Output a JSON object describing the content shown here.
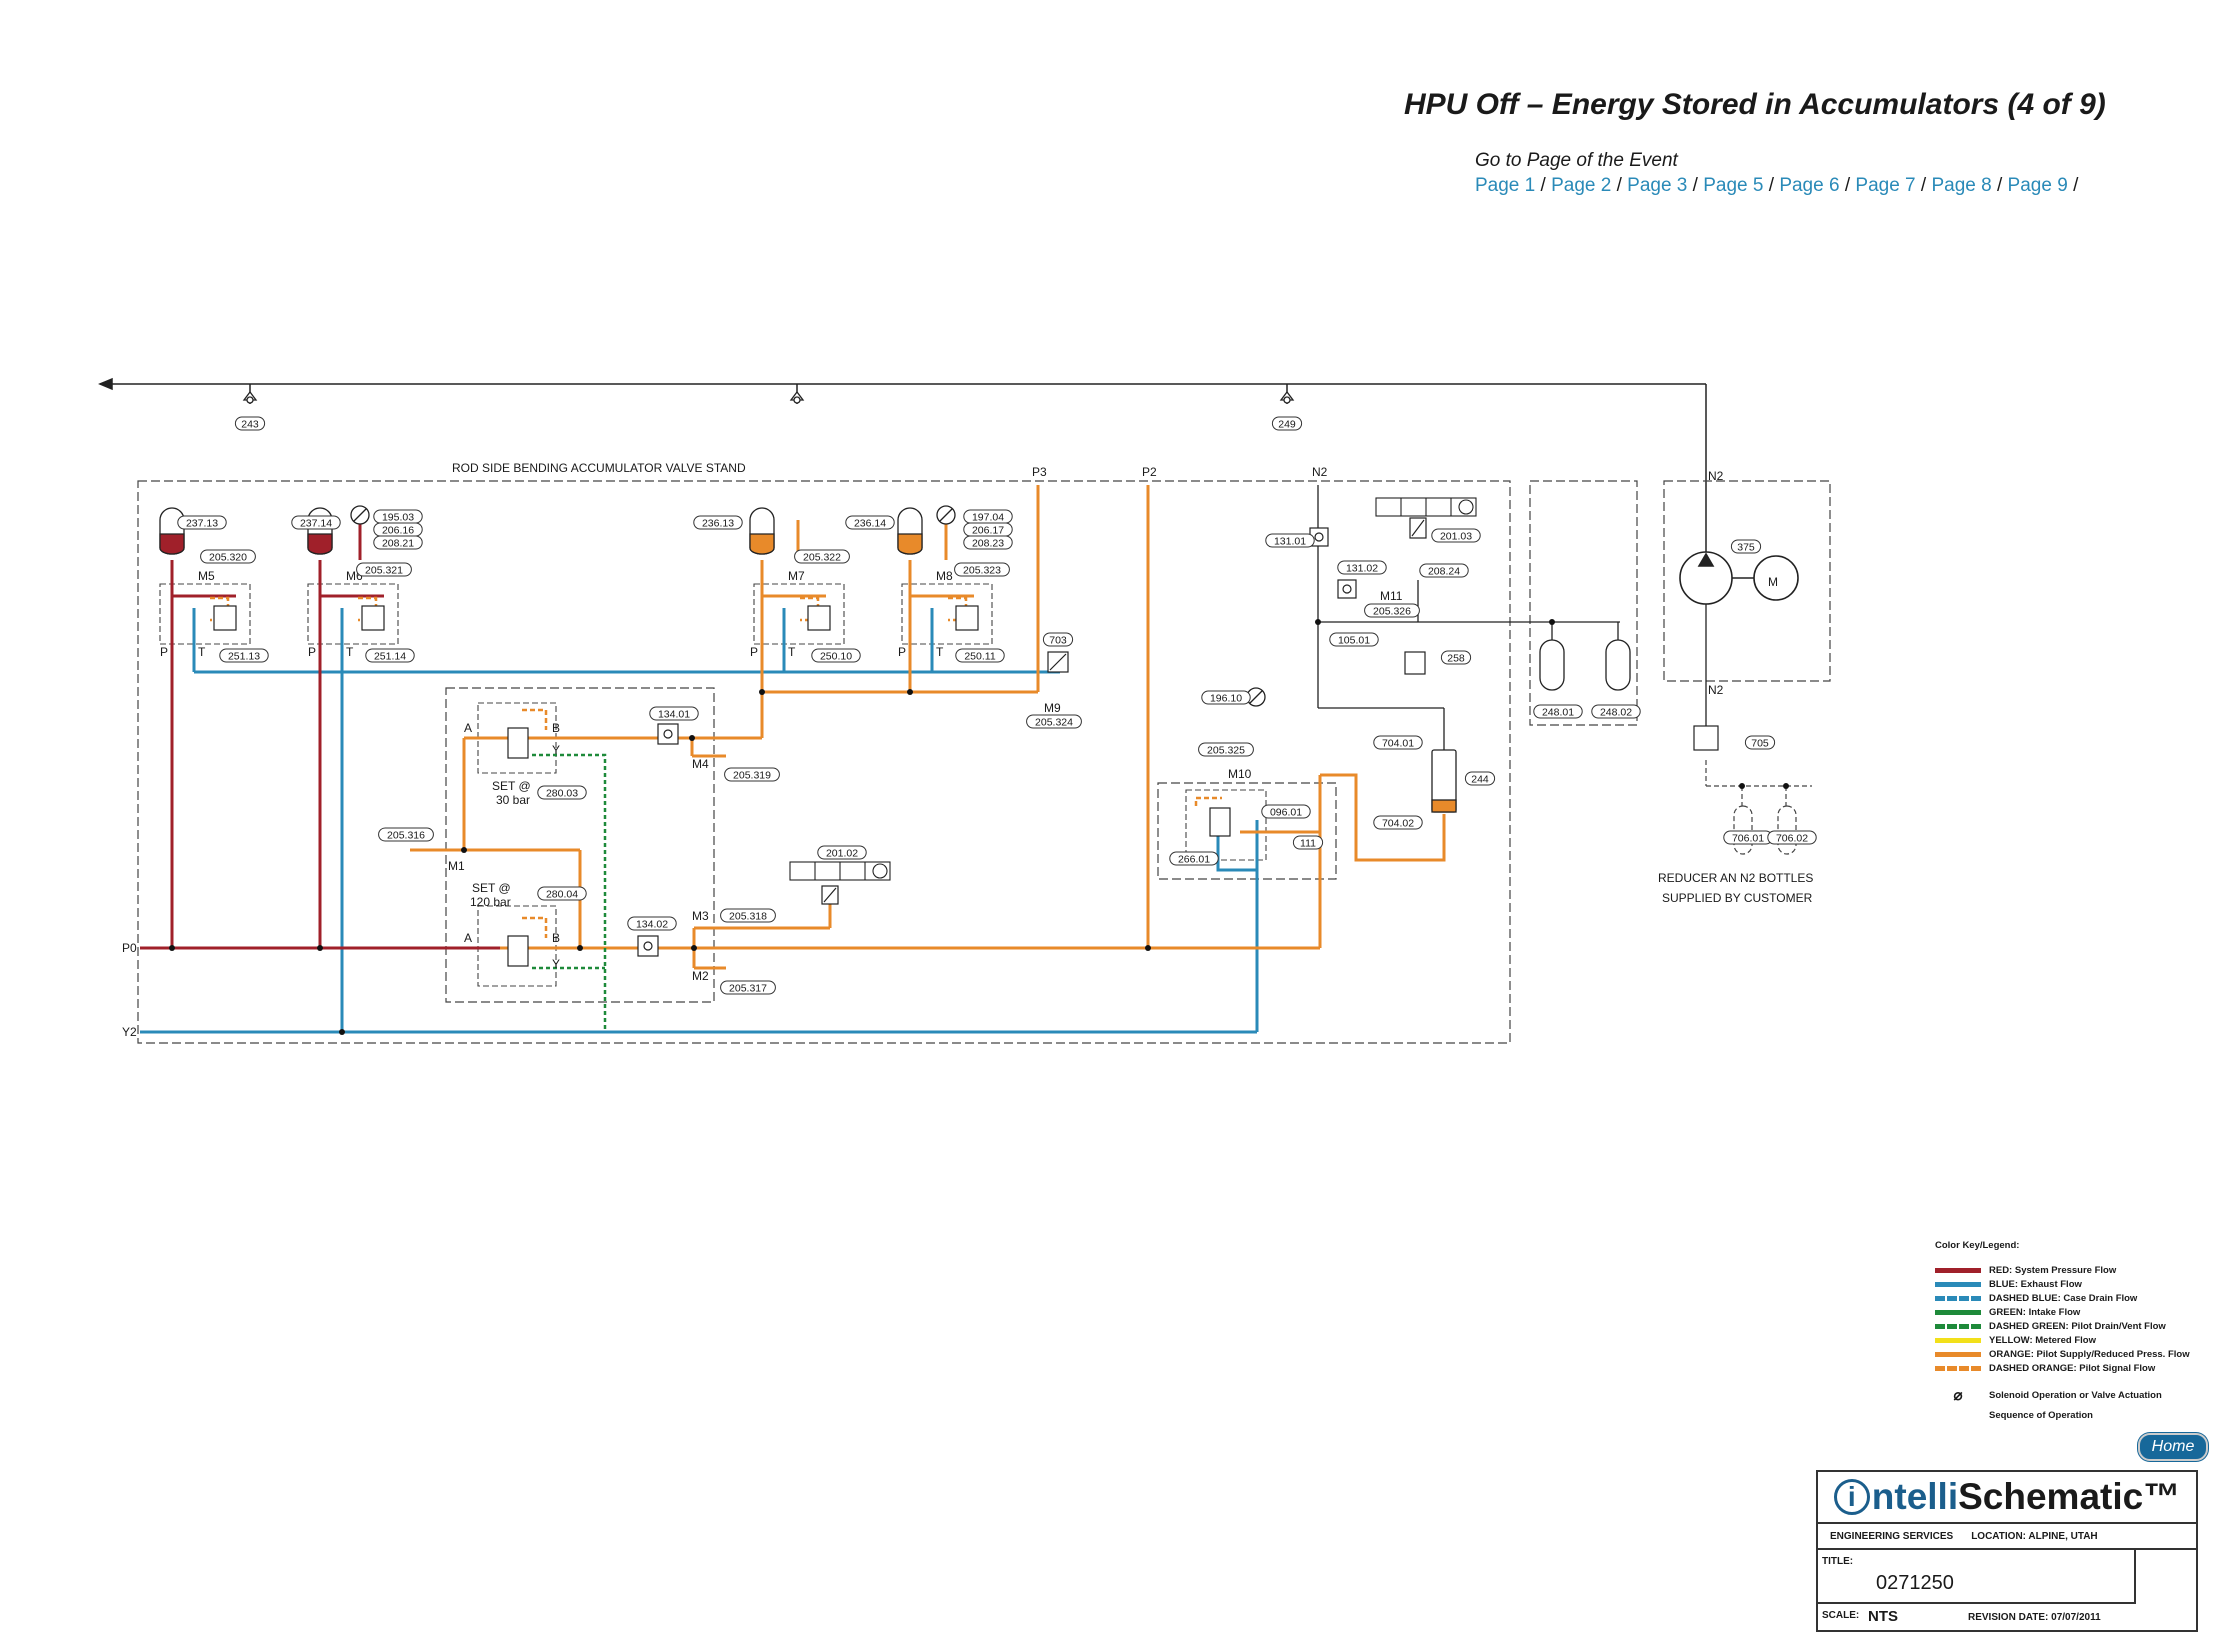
{
  "header": {
    "title": "HPU Off – Energy Stored in Accumulators (4 of 9)",
    "goto_label": "Go to Page of the Event",
    "page_links": [
      "Page 1",
      "Page 2",
      "Page 3",
      "Page 5",
      "Page 6",
      "Page 7",
      "Page 8",
      "Page 9"
    ],
    "separator": "/",
    "link_color": "#2a8ab8"
  },
  "diagram": {
    "stand_title": "ROD SIDE BENDING ACCUMULATOR VALVE STAND",
    "ports": {
      "p3": "P3",
      "p2": "P2",
      "n2_a": "N2",
      "n2_b": "N2",
      "n2_c": "N2",
      "p0": "P0",
      "y2": "Y2"
    },
    "valve_labels": {
      "m5": "M5",
      "m6": "M6",
      "m7": "M7",
      "m8": "M8",
      "m9": "M9",
      "m10": "M10",
      "m11": "M11",
      "m1": "M1",
      "m2": "M2",
      "m3": "M3",
      "m4": "M4",
      "p": "P",
      "t": "T",
      "a": "A",
      "b": "B",
      "y": "Y"
    },
    "set_30": [
      "SET @",
      "30 bar"
    ],
    "set_120": [
      "SET @",
      "120 bar"
    ],
    "reducer_note": [
      "REDUCER AN N2 BOTTLES",
      "SUPPLIED BY CUSTOMER"
    ],
    "motor": "M",
    "tags": [
      "243",
      "249",
      "237.13",
      "237.14",
      "195.03",
      "206.16",
      "208.21",
      "205.320",
      "205.321",
      "251.13",
      "251.14",
      "236.13",
      "236.14",
      "197.04",
      "206.17",
      "208.23",
      "205.322",
      "205.323",
      "250.10",
      "250.11",
      "703",
      "205.324",
      "134.01",
      "205.319",
      "280.03",
      "205.316",
      "280.04",
      "134.02",
      "205.318",
      "205.317",
      "201.02",
      "131.01",
      "131.02",
      "201.03",
      "208.24",
      "205.326",
      "105.01",
      "258",
      "196.10",
      "205.325",
      "704.01",
      "704.02",
      "244",
      "096.01",
      "111",
      "266.01",
      "248.01",
      "248.02",
      "375",
      "705",
      "706.01",
      "706.02"
    ],
    "colors": {
      "pressure": "#a0202a",
      "exhaust": "#2a8ab8",
      "pilot": "#e88a2a",
      "pilot_drain": "#1e8a3a",
      "line": "#222222"
    }
  },
  "legend": {
    "title": "Color Key/Legend:",
    "items": [
      {
        "label": "RED: System Pressure Flow",
        "color": "#a0202a",
        "style": "solid"
      },
      {
        "label": "BLUE: Exhaust Flow",
        "color": "#2a8ab8",
        "style": "solid"
      },
      {
        "label": "DASHED BLUE: Case Drain Flow",
        "color": "#2a8ab8",
        "style": "dashed"
      },
      {
        "label": "GREEN: Intake Flow",
        "color": "#1e8a3a",
        "style": "solid"
      },
      {
        "label": "DASHED GREEN: Pilot Drain/Vent Flow",
        "color": "#1e8a3a",
        "style": "dashed"
      },
      {
        "label": "YELLOW: Metered Flow",
        "color": "#f2e01a",
        "style": "solid"
      },
      {
        "label": "ORANGE: Pilot Supply/Reduced Press. Flow",
        "color": "#e88a2a",
        "style": "solid"
      },
      {
        "label": "DASHED ORANGE: Pilot Signal Flow",
        "color": "#e88a2a",
        "style": "dashed"
      }
    ],
    "solenoid_label": "Solenoid Operation or Valve Actuation",
    "sequence_label": "Sequence of Operation"
  },
  "home_button": "Home",
  "title_block": {
    "brand_i": "i",
    "brand_ntelli": "ntelli",
    "brand_schematic": "Schematic™",
    "department": "ENGINEERING SERVICES",
    "location": "LOCATION: ALPINE, UTAH",
    "title_caption": "TITLE:",
    "title_value": "0271250",
    "scale_caption": "SCALE:",
    "scale_value": "NTS",
    "revision": "REVISION DATE: 07/07/2011"
  }
}
